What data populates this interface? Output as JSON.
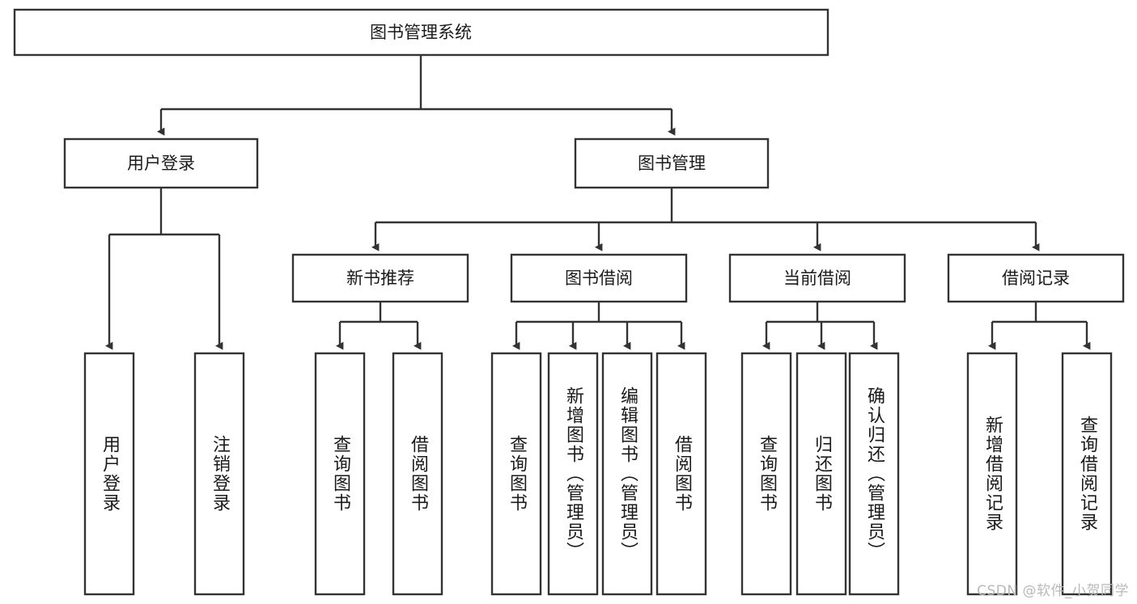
{
  "diagram": {
    "title": "图书管理系统",
    "type": "tree",
    "orientation": "top-down",
    "colors": {
      "box_stroke": "#333333",
      "box_fill": "#ffffff",
      "text": "#1a1a1a",
      "background": "#ffffff",
      "watermark": "#b9b9b9"
    },
    "root": {
      "label": "图书管理系统"
    },
    "level2": [
      {
        "label": "用户登录"
      },
      {
        "label": "图书管理"
      }
    ],
    "level3": [
      {
        "label": "新书推荐"
      },
      {
        "label": "图书借阅"
      },
      {
        "label": "当前借阅"
      },
      {
        "label": "借阅记录"
      }
    ],
    "leaves": {
      "user_login": [
        {
          "label": "用户登录"
        },
        {
          "label": "注销登录"
        }
      ],
      "new_book_recommend": [
        {
          "label": "查询图书"
        },
        {
          "label": "借阅图书"
        }
      ],
      "book_borrow": [
        {
          "label": "查询图书"
        },
        {
          "label": "新增图书（管理员）"
        },
        {
          "label": "编辑图书（管理员）"
        },
        {
          "label": "借阅图书"
        }
      ],
      "current_borrow": [
        {
          "label": "查询图书"
        },
        {
          "label": "归还图书"
        },
        {
          "label": "确认归还（管理员）"
        }
      ],
      "borrow_record": [
        {
          "label": "新增借阅记录"
        },
        {
          "label": "查询借阅记录"
        }
      ]
    }
  },
  "watermark": {
    "text": "CSDN @软件_小贺同学"
  }
}
